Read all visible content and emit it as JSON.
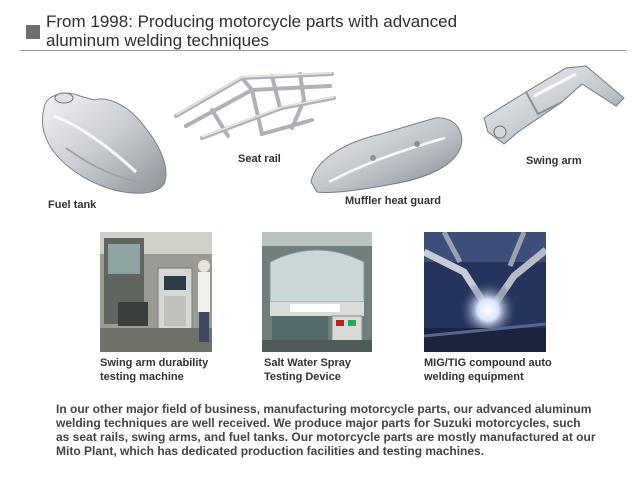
{
  "header": {
    "title_line1": "From 1998: Producing motorcycle parts with advanced",
    "title_line2": "aluminum welding techniques"
  },
  "parts": {
    "fuel_tank": "Fuel tank",
    "seat_rail": "Seat rail",
    "muffler_heat_guard": "Muffler heat guard",
    "swing_arm": "Swing arm"
  },
  "equipment": {
    "durability_line1": "Swing arm durability",
    "durability_line2": "testing machine",
    "saltspray_line1": "Salt Water Spray",
    "saltspray_line2": "Testing Device",
    "welding_line1": "MIG/TIG compound auto",
    "welding_line2": "welding equipment"
  },
  "description": "In our other major field of business, manufacturing motorcycle parts, our advanced aluminum welding techniques are well received. We produce major parts for Suzuki motorcycles, such as seat rails, swing arms, and fuel tanks. Our motorcycle parts are mostly manufactured at our Mito Plant, which has dedicated production facilities and testing machines."
}
